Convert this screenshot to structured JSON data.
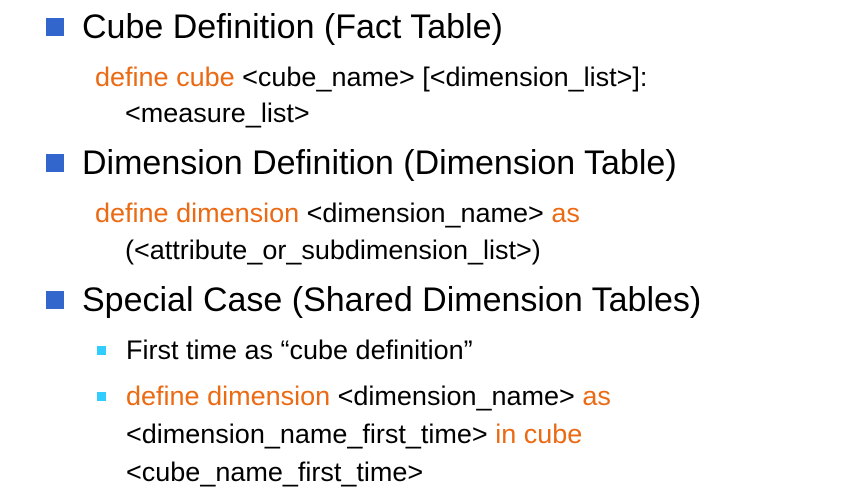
{
  "colors": {
    "bullet": "#3366CC",
    "sub_bullet": "#33CCFF",
    "keyword": "#EB6A14",
    "text": "#000000"
  },
  "sections": [
    {
      "heading": "Cube Definition (Fact Table)",
      "lines": [
        [
          {
            "kw": "define cube"
          },
          {
            "txt": " <cube_name> [<dimension_list>]:"
          }
        ],
        [
          {
            "txt": "<measure_list>"
          }
        ]
      ]
    },
    {
      "heading": "Dimension Definition (Dimension Table)",
      "lines": [
        [
          {
            "kw": "define dimension"
          },
          {
            "txt": " <dimension_name> "
          },
          {
            "kw": "as"
          }
        ],
        [
          {
            "txt": "(<attribute_or_subdimension_list>)"
          }
        ]
      ]
    },
    {
      "heading": "Special Case (Shared Dimension Tables)",
      "sub_items": [
        {
          "lines": [
            [
              {
                "txt": "First time as “cube definition”"
              }
            ]
          ]
        },
        {
          "lines": [
            [
              {
                "kw": "define dimension"
              },
              {
                "txt": " <dimension_name> "
              },
              {
                "kw": "as"
              }
            ],
            [
              {
                "txt": "<dimension_name_first_time> "
              },
              {
                "kw": "in cube"
              }
            ],
            [
              {
                "txt": "<cube_name_first_time>"
              }
            ]
          ]
        }
      ]
    }
  ]
}
